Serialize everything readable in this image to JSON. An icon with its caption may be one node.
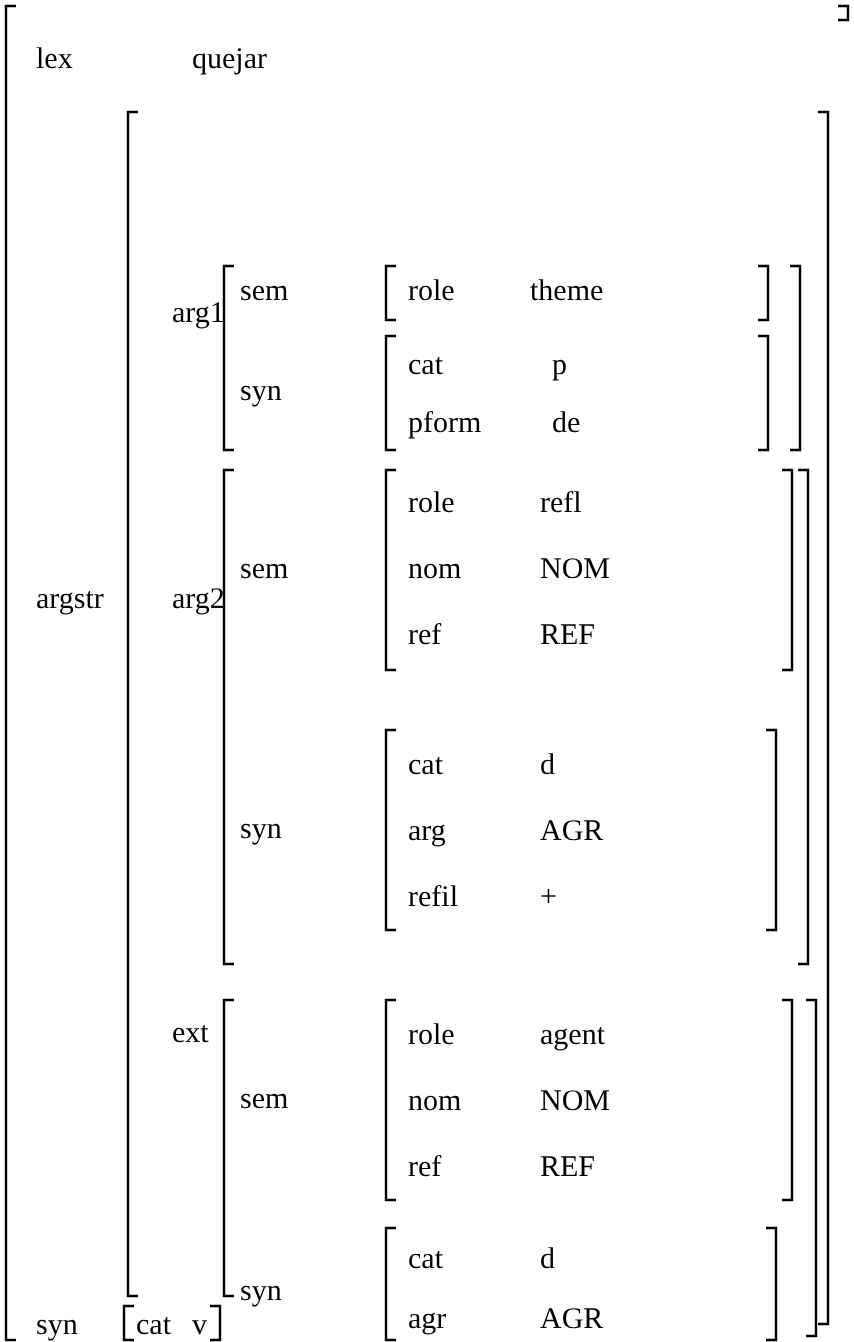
{
  "diagram": {
    "labels": [
      "lex",
      "quejar",
      "arg1",
      "sem",
      "role",
      "theme",
      "syn",
      "cat",
      "p",
      "pform",
      "de",
      "argstr",
      "arg2",
      "sem",
      "role",
      "refl",
      "nom",
      "NOM",
      "ref",
      "REF",
      "syn",
      "cat",
      "d",
      "arg",
      "AGR",
      "refil",
      "+",
      "ext",
      "sem",
      "role",
      "agent",
      "nom",
      "NOM",
      "ref",
      "REF",
      "syn",
      "cat",
      "d",
      "agr",
      "AGR",
      "syn",
      "cat",
      "v"
    ]
  }
}
